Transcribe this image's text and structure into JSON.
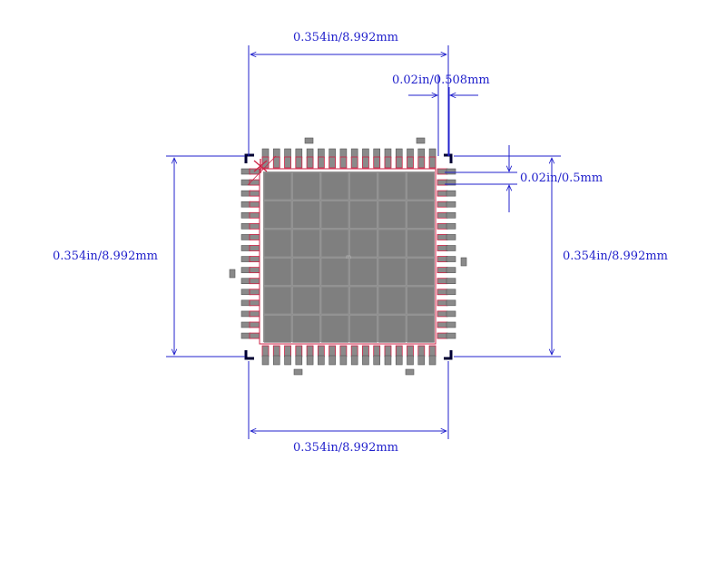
{
  "dimensions": {
    "top_width": "0.354in/8.992mm",
    "pitch": "0.02in/0.508mm",
    "pad_pitch": "0.02in/0.5mm",
    "left_height": "0.354in/8.992mm",
    "right_height": "0.354in/8.992mm",
    "bottom_width": "0.354in/8.992mm"
  },
  "package": {
    "pads_per_side": 16,
    "center_marker": "m"
  },
  "colors": {
    "dimension": "#2222cc",
    "outline": "#cc2244",
    "pad_fill": "#8a8a8a",
    "pad_edge": "#555555",
    "corner": "#000033"
  }
}
